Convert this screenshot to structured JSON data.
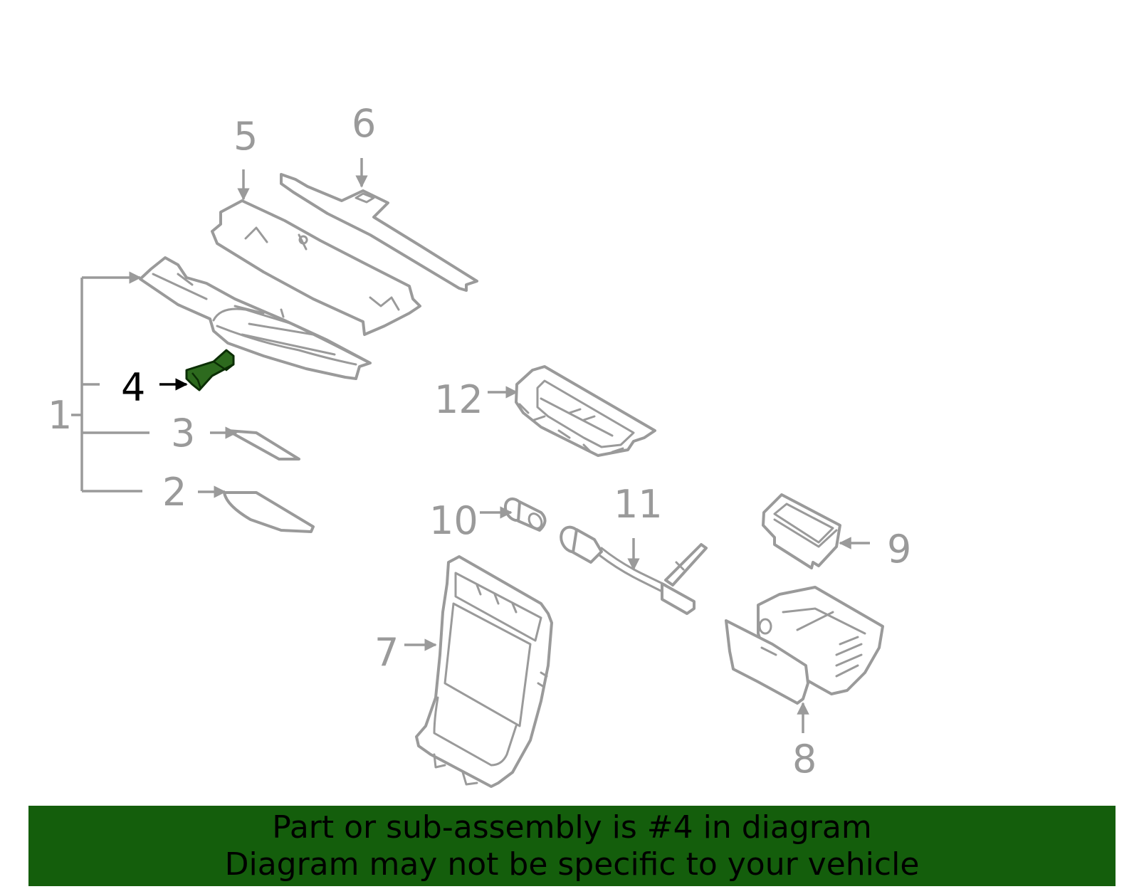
{
  "colors": {
    "line": "#9a9a9a",
    "highlight_fill": "#2d6a1e",
    "highlight_stroke": "#0b2e05",
    "active_label": "#000000",
    "banner_background": "#145e0c",
    "banner_text": "#000000"
  },
  "callouts": {
    "c1": "1",
    "c2": "2",
    "c3": "3",
    "c4": "4",
    "c5": "5",
    "c6": "6",
    "c7": "7",
    "c8": "8",
    "c9": "9",
    "c10": "10",
    "c11": "11",
    "c12": "12"
  },
  "highlighted_part": "4",
  "banner": {
    "line1": "Part or sub-assembly is #4 in diagram",
    "line2": "Diagram may not be specific to your vehicle"
  }
}
